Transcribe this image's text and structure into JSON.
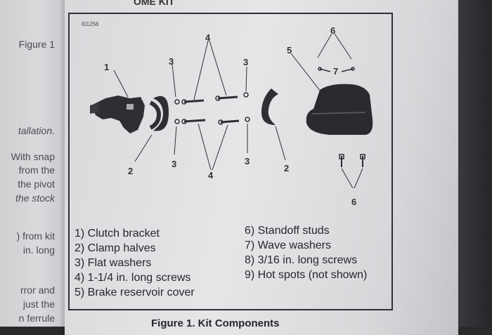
{
  "header_fragment": "OME   KIT",
  "doc_code": "I01256",
  "left_column": {
    "lines": [
      "Figure 1",
      "tallation.",
      "With snap",
      "from the",
      "the pivot",
      "the stock",
      ") from kit",
      "in. long",
      "rror and",
      "just the",
      "n ferrule"
    ]
  },
  "callouts": {
    "c1": "1",
    "c2a": "2",
    "c2b": "2",
    "c3a": "3",
    "c3b": "3",
    "c3c": "3",
    "c3d": "3",
    "c4a": "4",
    "c4b": "4",
    "c5": "5",
    "c6a": "6",
    "c6b": "6",
    "c7": "7"
  },
  "components_left": [
    "1) Clutch bracket",
    "2) Clamp halves",
    "3) Flat washers",
    "4) 1-1/4 in. long screws",
    "5) Brake reservoir cover"
  ],
  "components_right": [
    "6) Standoff studs",
    "7) Wave washers",
    "8) 3/16 in. long screws",
    "9) Hot spots (not shown)"
  ],
  "caption": "Figure 1. Kit Components"
}
